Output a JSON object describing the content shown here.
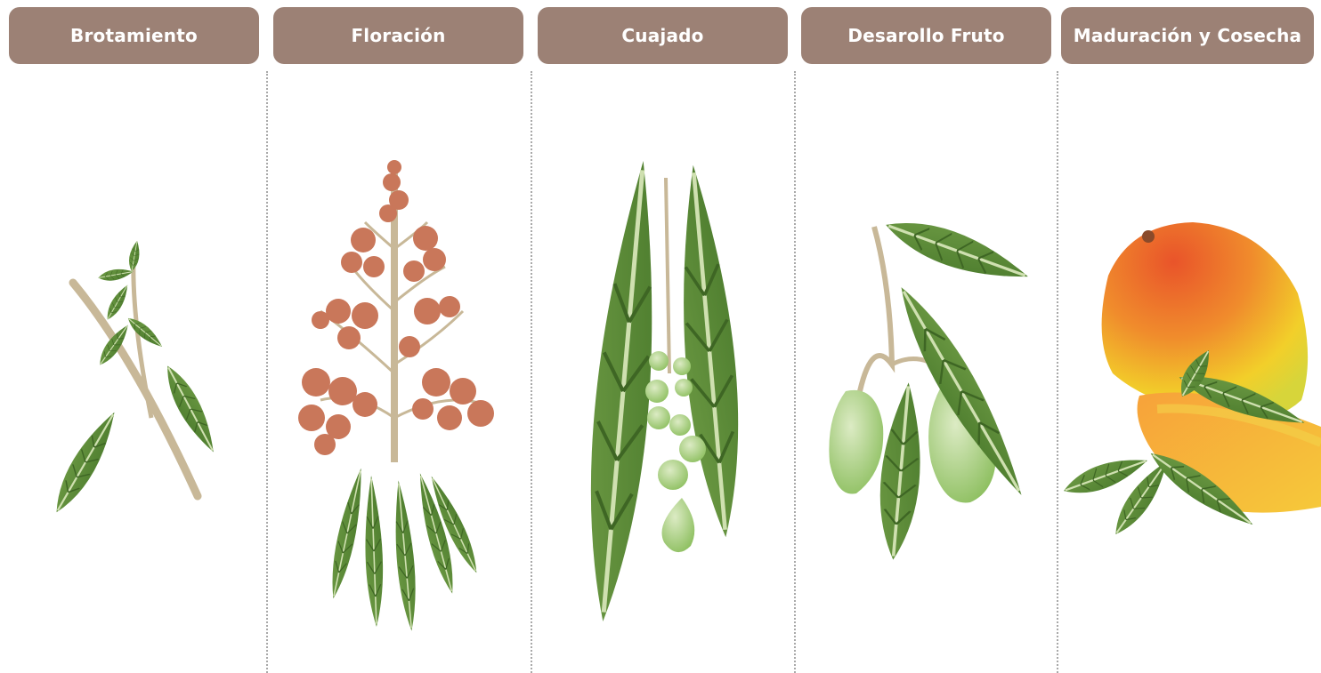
{
  "stages": [
    {
      "label": "Brotamiento",
      "icon": "sprout-icon"
    },
    {
      "label": "Floración",
      "icon": "flower-panicle-icon"
    },
    {
      "label": "Cuajado",
      "icon": "fruit-set-icon"
    },
    {
      "label": "Desarollo Fruto",
      "icon": "fruit-development-icon"
    },
    {
      "label": "Maduración y Cosecha",
      "icon": "ripe-mango-icon"
    }
  ],
  "colors": {
    "header_bg": "#9c8175",
    "header_text": "#ffffff",
    "leaf": "#5f8a3a",
    "leaf_dark": "#3f6a24",
    "stem": "#c8b898",
    "flower": "#c9775a",
    "green_fruit": "#a9cf7d",
    "mango_red": "#e9602a",
    "mango_yellow": "#f3c623"
  }
}
